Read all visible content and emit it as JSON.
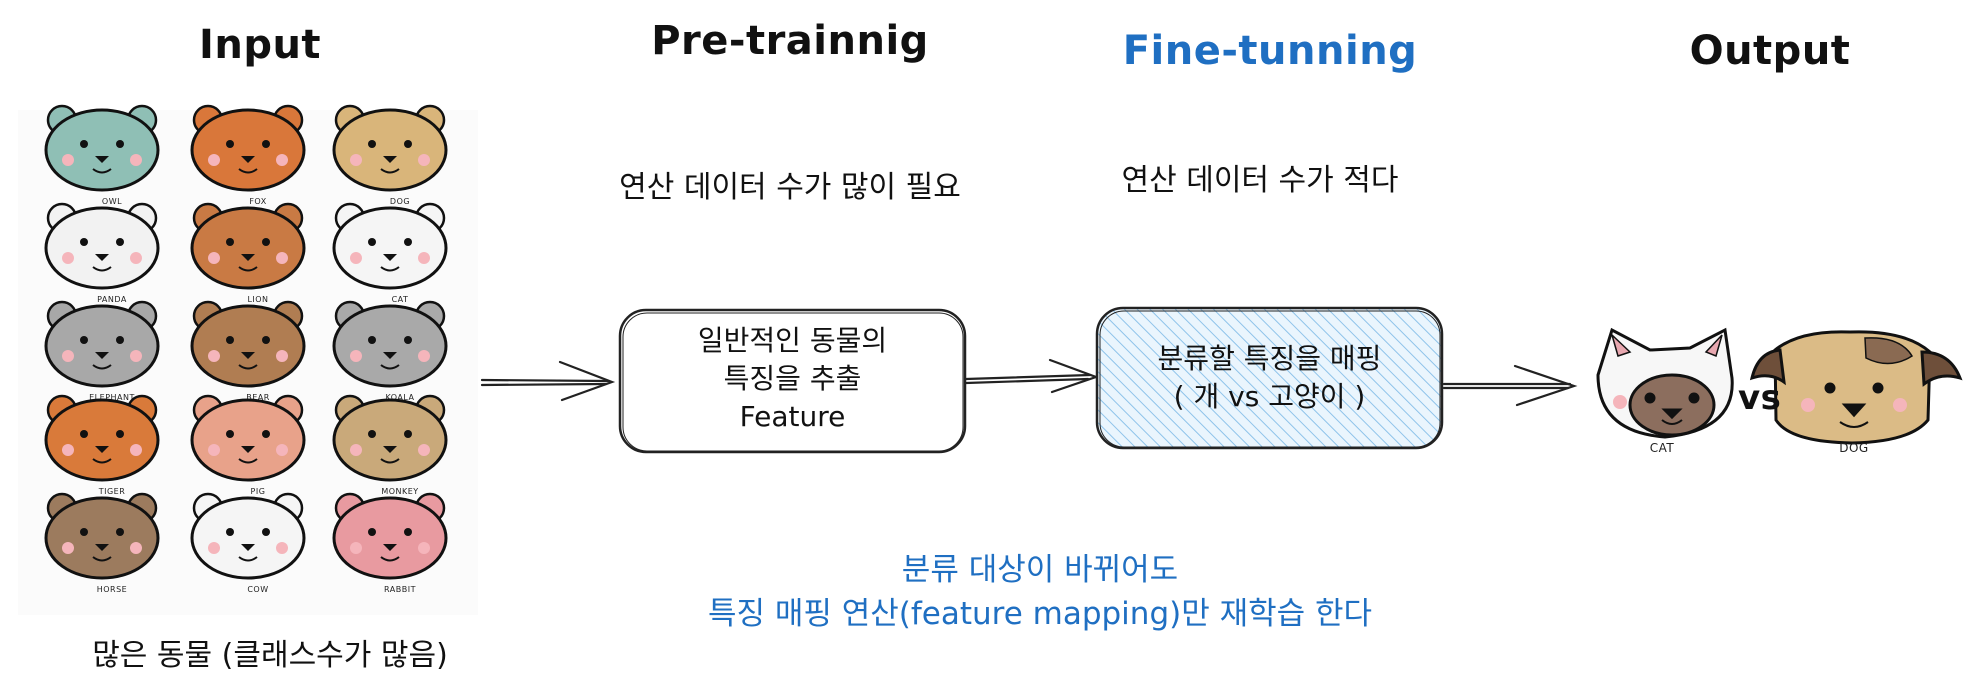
{
  "columns": {
    "input": {
      "title": "Input",
      "caption": "많은 동물 (클래스수가 많음)"
    },
    "pretrain": {
      "title": "Pre-trainnig",
      "note": "연산 데이터 수가 많이 필요",
      "box_lines": [
        "일반적인 동물의",
        "특징을 추출",
        "Feature"
      ]
    },
    "finetune": {
      "title": "Fine-tunning",
      "note": "연산 데이터 수가 적다",
      "box_lines": [
        "분류할 특징을 매핑",
        "( 개 vs 고양이 )"
      ]
    },
    "output": {
      "title": "Output",
      "vs": "vs",
      "labels": [
        "CAT",
        "DOG"
      ]
    }
  },
  "bottom_note": [
    "분류 대상이 바뀌어도",
    "특징 매핑 연산(feature mapping)만 재학습 한다"
  ],
  "animals": [
    {
      "label": "OWL",
      "color": "#8fbfb5"
    },
    {
      "label": "FOX",
      "color": "#d9773a"
    },
    {
      "label": "DOG",
      "color": "#d9b57a"
    },
    {
      "label": "PANDA",
      "color": "#f2f2f2"
    },
    {
      "label": "LION",
      "color": "#c97a44"
    },
    {
      "label": "CAT",
      "color": "#f5f5f5"
    },
    {
      "label": "ELEPHANT",
      "color": "#a8a8a8"
    },
    {
      "label": "BEAR",
      "color": "#b07d52"
    },
    {
      "label": "KOALA",
      "color": "#a9a9a9"
    },
    {
      "label": "TIGER",
      "color": "#d97a3a"
    },
    {
      "label": "PIG",
      "color": "#e8a28a"
    },
    {
      "label": "MONKEY",
      "color": "#c9a97a"
    },
    {
      "label": "HORSE",
      "color": "#9c7b5e"
    },
    {
      "label": "COW",
      "color": "#f5f5f5"
    },
    {
      "label": "RABBIT",
      "color": "#e89aa0"
    }
  ],
  "colors": {
    "accent_blue": "#1f6fc2",
    "hatch": "#8ec3ea"
  }
}
